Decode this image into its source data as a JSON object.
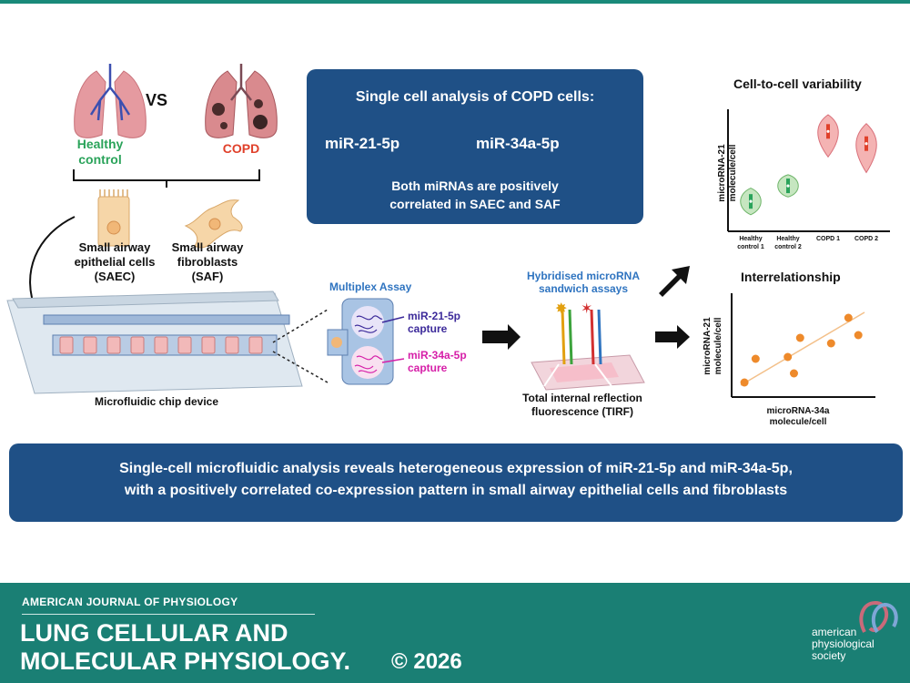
{
  "colors": {
    "navy_box": "#1f5086",
    "footer_teal": "#1a7f74",
    "healthy_green": "#2aa35a",
    "copd_red": "#e0402a",
    "lung_pink": "#e59aa0",
    "scatter_orange": "#ee8a2b",
    "violin_pink": "#f4b3b3",
    "violin_green": "#c6e6c0",
    "mir21_purple": "#3c2a9a",
    "mir34_magenta": "#d61fa8",
    "assay_blue": "#2f74c0"
  },
  "comparison": {
    "healthy_label_line1": "Healthy",
    "healthy_label_line2": "control",
    "vs": "VS",
    "copd_label": "COPD"
  },
  "cells": {
    "saec_line1": "Small airway",
    "saec_line2": "epithelial cells",
    "saec_line3": "(SAEC)",
    "saf_line1": "Small airway",
    "saf_line2": "fibroblasts",
    "saf_line3": "(SAF)"
  },
  "chip": {
    "label": "Microfluidic chip device"
  },
  "multiplex": {
    "title": "Multiplex Assay",
    "mir21_line1": "miR-21-5p",
    "mir21_line2": "capture",
    "mir34_line1": "miR-34a-5p",
    "mir34_line2": "capture"
  },
  "tirf": {
    "title_line1": "Hybridised microRNA",
    "title_line2": "sandwich assays",
    "caption_line1": "Total internal reflection",
    "caption_line2": "fluorescence (TIRF)"
  },
  "finding_box": {
    "title": "Single cell analysis of COPD cells:",
    "mir21": "miR-21-5p",
    "mir34": "miR-34a-5p",
    "line1": "Both miRNAs are positively",
    "line2": "correlated in SAEC and SAF"
  },
  "chart_data": [
    {
      "type": "violin",
      "title": "Cell-to-cell variability",
      "ylabel_line1": "microRNA-21",
      "ylabel_line2": "molecule/cell",
      "groups": [
        {
          "label_line1": "Healthy",
          "label_line2": "control 1",
          "median": 0.22,
          "low": 0.1,
          "high": 0.34,
          "color": "green"
        },
        {
          "label_line1": "Healthy",
          "label_line2": "control 2",
          "median": 0.36,
          "low": 0.26,
          "high": 0.46,
          "color": "green"
        },
        {
          "label_line1": "COPD 1",
          "label_line2": "",
          "median": 0.85,
          "low": 0.62,
          "high": 1.0,
          "color": "red"
        },
        {
          "label_line1": "COPD 2",
          "label_line2": "",
          "median": 0.74,
          "low": 0.48,
          "high": 0.92,
          "color": "red"
        }
      ]
    },
    {
      "type": "scatter",
      "title": "Interrelationship",
      "ylabel_line1": "microRNA-21",
      "ylabel_line2": "molecule/cell",
      "xlabel_line1": "microRNA-34a",
      "xlabel_line2": "molecule/cell",
      "points": [
        {
          "x": 0.03,
          "y": 0.08
        },
        {
          "x": 0.12,
          "y": 0.34
        },
        {
          "x": 0.38,
          "y": 0.36
        },
        {
          "x": 0.43,
          "y": 0.18
        },
        {
          "x": 0.48,
          "y": 0.57
        },
        {
          "x": 0.73,
          "y": 0.51
        },
        {
          "x": 0.87,
          "y": 0.79
        },
        {
          "x": 0.95,
          "y": 0.6
        }
      ],
      "trend": {
        "x0": 0.0,
        "y0": 0.05,
        "x1": 1.0,
        "y1": 0.85
      }
    }
  ],
  "summary": {
    "line1": "Single-cell microfluidic analysis reveals heterogeneous expression of miR-21-5p and miR-34a-5p,",
    "line2": "with a positively correlated co-expression pattern in small airway epithelial cells and fibroblasts"
  },
  "footer": {
    "journal_line": "AMERICAN JOURNAL OF PHYSIOLOGY",
    "title_line1": "LUNG CELLULAR AND",
    "title_line2": "MOLECULAR PHYSIOLOGY.",
    "copyright": "© 2026",
    "society_line1": "american",
    "society_line2": "physiological",
    "society_line3": "society"
  }
}
